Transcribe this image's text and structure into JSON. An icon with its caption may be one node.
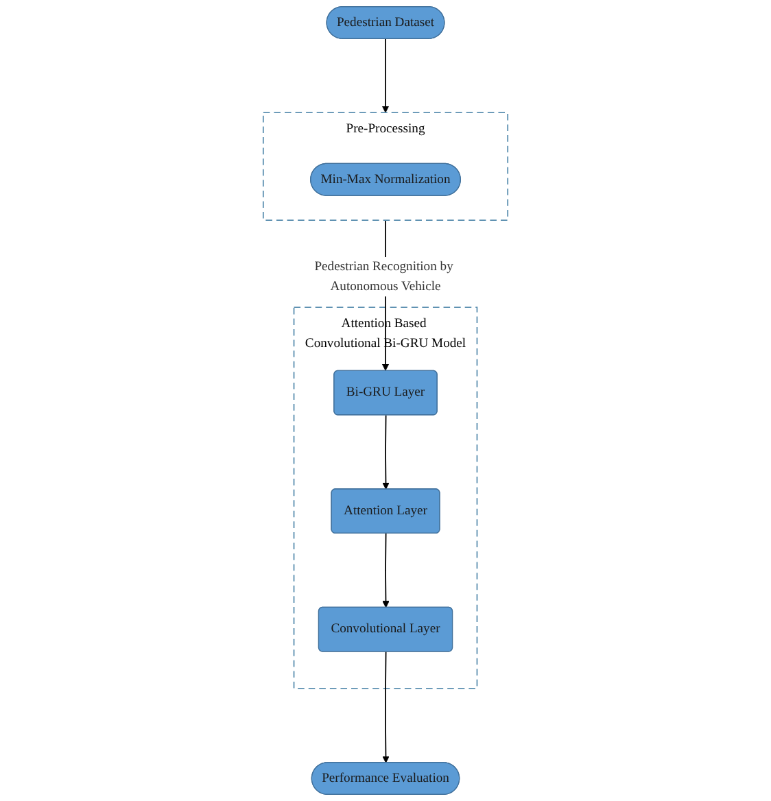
{
  "diagram": {
    "nodes": [
      {
        "text": [
          "Pedestrian Dataset"
        ]
      },
      {
        "text": [
          "Pre-Processing"
        ]
      },
      {
        "text": [
          "Min-Max Normalization"
        ],
        "in": 1
      },
      {
        "text": [
          "Attention Based Convolutional Bi-GRU Model"
        ]
      },
      {
        "text": [
          "Convolutional Layer"
        ],
        "in": 3
      },
      {
        "text": [
          "Attention Layer"
        ],
        "in": 3
      },
      {
        "text": [
          "Bi-GRU Layer"
        ],
        "in": 3
      },
      {
        "text": [
          "Performance Evaluation"
        ]
      }
    ],
    "edges": [
      {
        "from": 0,
        "to": 1,
        "arrow": "to"
      },
      {
        "from": 1,
        "to": 6,
        "arrow": "to",
        "label": "Pedestrian Recognition by Autonomous Vehicle"
      },
      {
        "from": 6,
        "to": 5,
        "arrow": "to"
      },
      {
        "from": 5,
        "to": 4,
        "arrow": "to"
      },
      {
        "from": 4,
        "to": 7,
        "arrow": "to"
      }
    ]
  }
}
